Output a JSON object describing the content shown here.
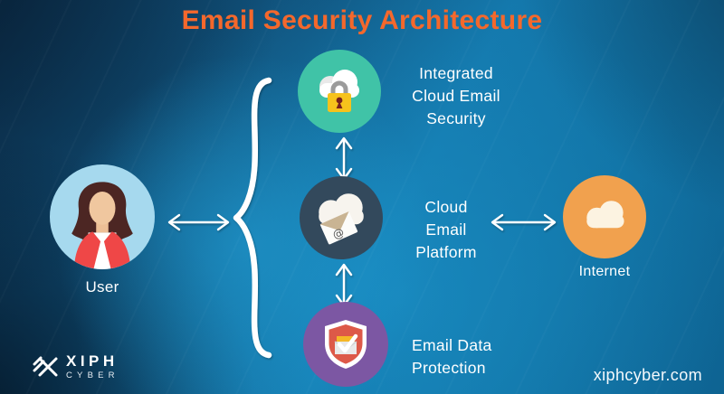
{
  "title": "Email Security Architecture",
  "colors": {
    "title": "#F4682C",
    "label_text": "#FFFFFF",
    "user_circle": "#A6D9EE",
    "ics_circle": "#40C3A7",
    "platform_circle": "#33495C",
    "edp_circle": "#7C57A3",
    "internet_circle": "#F1A14E",
    "lock_body": "#F6C21C",
    "shield_fill": "#DD5948",
    "background_bright": "#1C9BD3",
    "background_dark": "#0B2B45"
  },
  "nodes": {
    "user": {
      "label": "User"
    },
    "integrated_cloud_email_security": {
      "line1": "Integrated",
      "line2": "Cloud Email",
      "line3": "Security"
    },
    "cloud_email_platform": {
      "line1": "Cloud",
      "line2": "Email",
      "line3": "Platform"
    },
    "email_data_protection": {
      "line1": "Email Data",
      "line2": "Protection"
    },
    "internet": {
      "label": "Internet"
    }
  },
  "footer": {
    "brand_primary": "XIPH",
    "brand_secondary": "CYBER",
    "website": "xiphcyber.com"
  }
}
